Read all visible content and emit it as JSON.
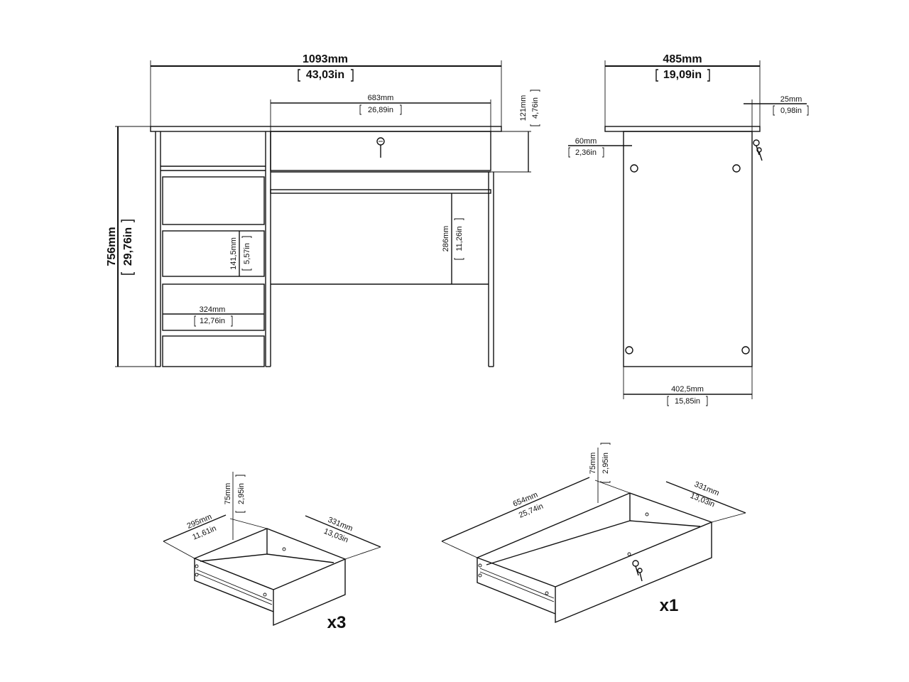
{
  "front": {
    "width_mm": "1093mm",
    "width_in": "43,03in",
    "drawer_width_mm": "683mm",
    "drawer_width_in": "26,89in",
    "drawer_height_mm": "121mm",
    "drawer_height_in": "4,76in",
    "height_mm": "756mm",
    "height_in": "29,76in",
    "knee_height_mm": "286mm",
    "knee_height_in": "11,26in",
    "side_drawer_height_mm": "141,5mm",
    "side_drawer_height_in": "5,57in",
    "side_drawer_width_mm": "324mm",
    "side_drawer_width_in": "12,76in"
  },
  "side": {
    "depth_mm": "485mm",
    "depth_in": "19,09in",
    "back_offset_mm": "25mm",
    "back_offset_in": "0,98in",
    "front_offset_mm": "60mm",
    "front_offset_in": "2,36in",
    "leg_depth_mm": "402,5mm",
    "leg_depth_in": "15,85in"
  },
  "small_drawer": {
    "height_mm": "75mm",
    "height_in": "2,95in",
    "width_mm": "295mm",
    "width_in": "11,61in",
    "depth_mm": "331mm",
    "depth_in": "13,03in",
    "quantity": "x3"
  },
  "large_drawer": {
    "height_mm": "75mm",
    "height_in": "2,95in",
    "width_mm": "654mm",
    "width_in": "25,74in",
    "depth_mm": "331mm",
    "depth_in": "13,03in",
    "quantity": "x1"
  }
}
